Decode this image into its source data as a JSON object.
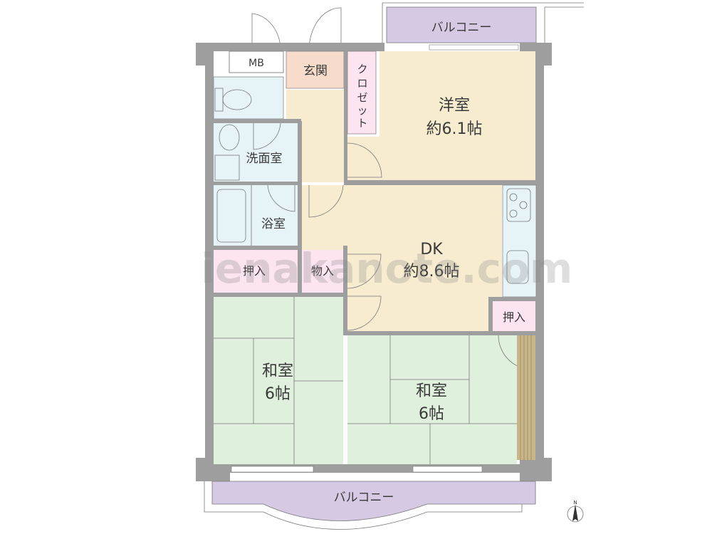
{
  "rooms": {
    "balcony_top": "バルコニー",
    "mb": "MB",
    "genkan": "玄関",
    "closet": [
      "ク",
      "ロ",
      "ゼ",
      "ッ",
      "ト"
    ],
    "western_room": {
      "name": "洋室",
      "size": "約6.1帖"
    },
    "washroom": "洗面室",
    "bathroom": "浴室",
    "dk": {
      "name": "DK",
      "size": "約8.6帖"
    },
    "oshiire_left": "押入",
    "monoire": "物入",
    "oshiire_right": "押入",
    "washitsu_left": {
      "name": "和室",
      "size": "6帖"
    },
    "washitsu_right": {
      "name": "和室",
      "size": "6帖"
    },
    "balcony_bottom": "バルコニー"
  },
  "compass": {
    "north": "N"
  },
  "watermark": "ienakanote.com",
  "colors": {
    "wall": "#9e9e9e",
    "western": "#f8ecd0",
    "genkan": "#f8dccb",
    "closet": "#fce4f0",
    "wet": "#e6f4f8",
    "tatami": "#dff0dc",
    "balcony": "#d5c9e3",
    "tokonoma": "#c8b68a"
  }
}
